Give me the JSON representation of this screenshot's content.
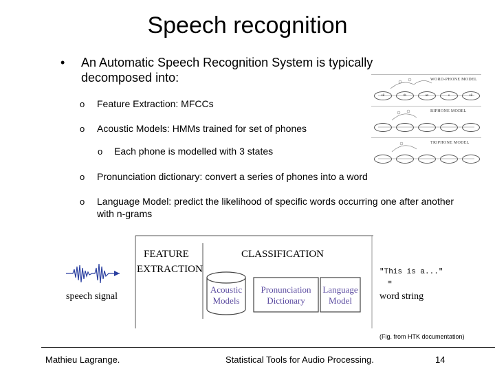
{
  "slide": {
    "title": "Speech recognition",
    "main_bullet_marker": "•",
    "main_bullet": "An Automatic Speech Recognition System is typically decomposed into:",
    "sub_marker": "o",
    "items": [
      "Feature Extraction: MFCCs",
      "Acoustic Models: HMMs trained for set of phones",
      "Each phone is modelled with 3 states",
      "Pronunciation dictionary: convert a series of phones into a word",
      "Language Model: predict the likelihood of specific words occurring one after another with n-grams"
    ]
  },
  "phone_models": {
    "labels": [
      "WORD-PHONE MODEL",
      "BIPHONE MODEL",
      "TRIPHONE MODEL"
    ],
    "nodes": [
      "sil",
      "th",
      "ax",
      "s",
      "sil"
    ]
  },
  "diagram": {
    "feature_label_1": "FEATURE",
    "feature_label_2": "EXTRACTION",
    "classification_label": "CLASSIFICATION",
    "speech_signal": "speech signal",
    "acoustic_1": "Acoustic",
    "acoustic_2": "Models",
    "pronunciation_1": "Pronunciation",
    "pronunciation_2": "Dictionary",
    "language_1": "Language",
    "language_2": "Model",
    "quote": "\"This is a...\"",
    "equals": "=",
    "word_string": "word string",
    "caption": "(Fig. from HTK documentation)"
  },
  "footer": {
    "author": "Mathieu Lagrange.",
    "course": "Statistical Tools for Audio Processing.",
    "page": "14"
  }
}
